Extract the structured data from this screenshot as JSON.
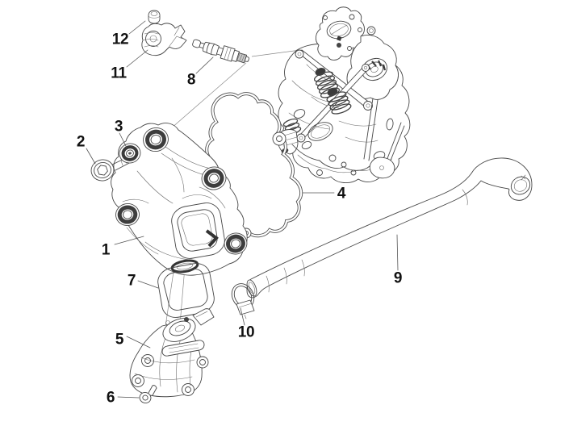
{
  "diagram": {
    "type": "exploded-parts-diagram",
    "colors": {
      "background": "#ffffff",
      "line": "#474747",
      "label": "#111111"
    },
    "callouts": [
      {
        "number": "1"
      },
      {
        "number": "2"
      },
      {
        "number": "3"
      },
      {
        "number": "4"
      },
      {
        "number": "5"
      },
      {
        "number": "6"
      },
      {
        "number": "7"
      },
      {
        "number": "8"
      },
      {
        "number": "9"
      },
      {
        "number": "10"
      },
      {
        "number": "11"
      },
      {
        "number": "12"
      }
    ]
  }
}
